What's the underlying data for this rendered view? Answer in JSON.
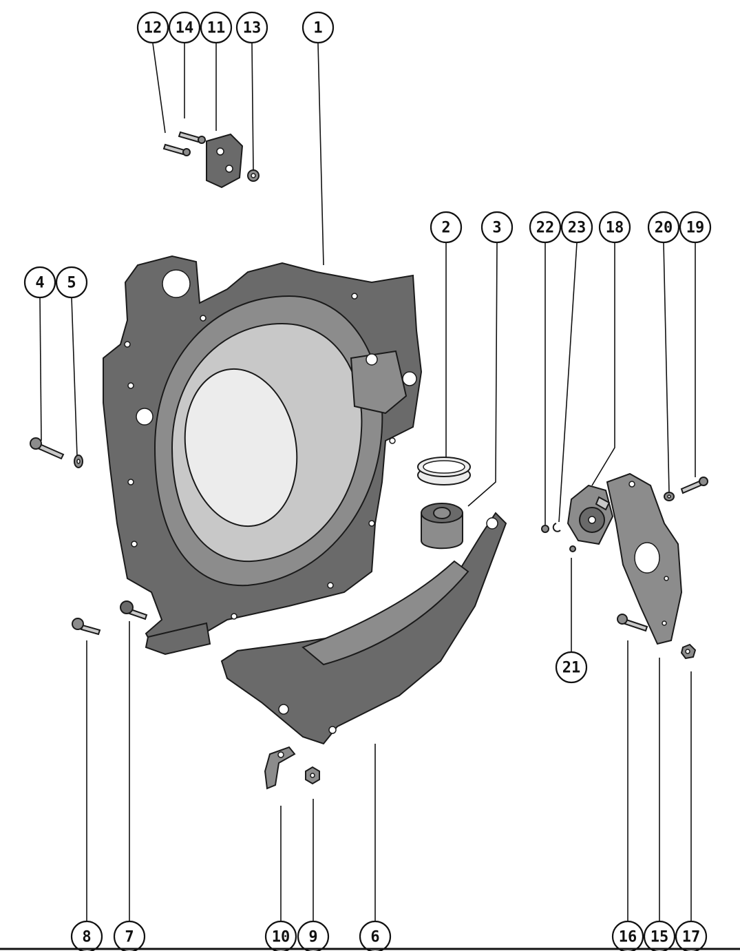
{
  "callouts": [
    {
      "id": "12",
      "label": "12"
    },
    {
      "id": "14",
      "label": "14"
    },
    {
      "id": "11",
      "label": "11"
    },
    {
      "id": "13",
      "label": "13"
    },
    {
      "id": "1",
      "label": "1"
    },
    {
      "id": "2",
      "label": "2"
    },
    {
      "id": "3",
      "label": "3"
    },
    {
      "id": "22",
      "label": "22"
    },
    {
      "id": "23",
      "label": "23"
    },
    {
      "id": "18",
      "label": "18"
    },
    {
      "id": "20",
      "label": "20"
    },
    {
      "id": "19",
      "label": "19"
    },
    {
      "id": "4",
      "label": "4"
    },
    {
      "id": "5",
      "label": "5"
    },
    {
      "id": "21",
      "label": "21"
    },
    {
      "id": "8",
      "label": "8"
    },
    {
      "id": "7",
      "label": "7"
    },
    {
      "id": "10",
      "label": "10"
    },
    {
      "id": "9",
      "label": "9"
    },
    {
      "id": "6",
      "label": "6"
    },
    {
      "id": "16",
      "label": "16"
    },
    {
      "id": "15",
      "label": "15"
    },
    {
      "id": "17",
      "label": "17"
    }
  ],
  "colors": {
    "ink": "#111111",
    "metal_dark": "#6a6a6a",
    "metal_light": "#c8c8c8"
  }
}
